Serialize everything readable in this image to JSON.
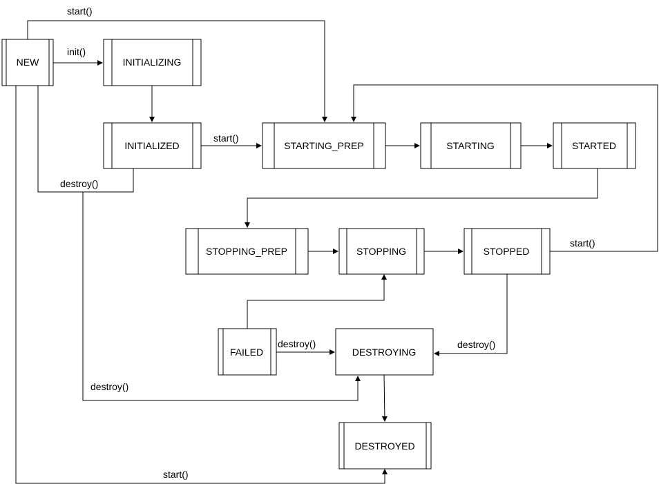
{
  "states": {
    "new": "NEW",
    "initializing": "INITIALIZING",
    "initialized": "INITIALIZED",
    "starting_prep": "STARTING_PREP",
    "starting": "STARTING",
    "started": "STARTED",
    "stopping_prep": "STOPPING_PREP",
    "stopping": "STOPPING",
    "stopped": "STOPPED",
    "failed": "FAILED",
    "destroying": "DESTROYING",
    "destroyed": "DESTROYED"
  },
  "transitions": {
    "new_start_to_starting_prep": "start()",
    "new_init": "init()",
    "initialized_start": "start()",
    "initialized_destroy": "destroy()",
    "initialized_destroy_to_destroying": "destroy()",
    "stopped_start": "start()",
    "failed_destroy": "destroy()",
    "stopped_destroy": "destroy()",
    "new_start_to_destroyed": "start()"
  },
  "colors": {
    "stroke": "#000000",
    "fill": "#ffffff",
    "text": "#000000"
  }
}
